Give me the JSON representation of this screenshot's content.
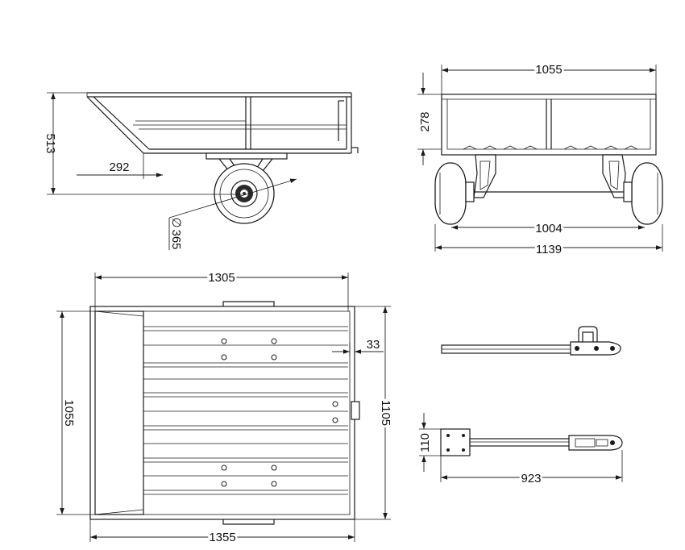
{
  "views": {
    "side": {
      "overall_height": "513",
      "rear_overhang": "292",
      "wheel_diameter": "365",
      "diameter_symbol": "∅"
    },
    "front": {
      "box_width": "1055",
      "box_height": "278",
      "track_width": "1004",
      "overall_width": "1139"
    },
    "top": {
      "inner_length": "1305",
      "overall_length": "1355",
      "inner_width": "1055",
      "overall_width": "1105",
      "rail_offset": "33"
    },
    "drawbar": {
      "overall_length": "923",
      "plate_height": "110"
    }
  }
}
